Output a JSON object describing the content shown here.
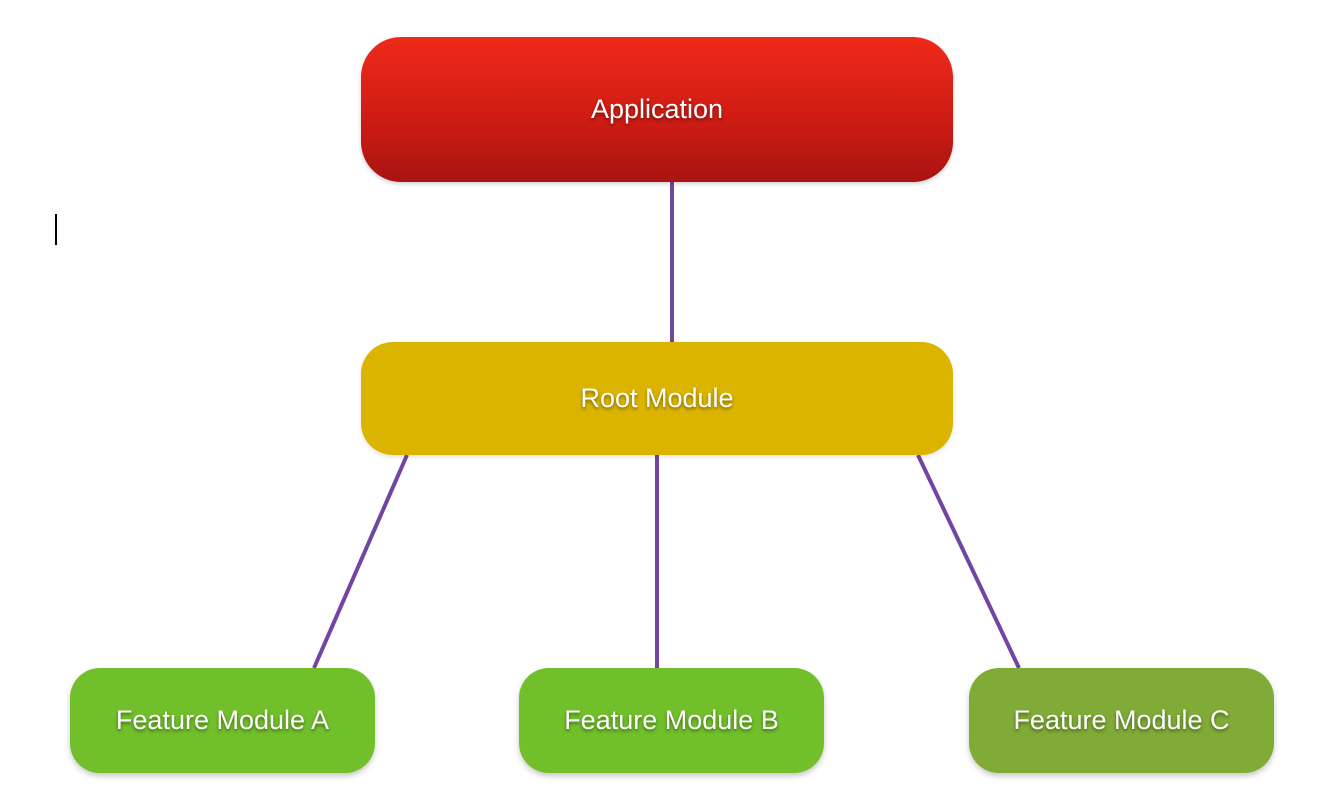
{
  "diagram": {
    "nodes": {
      "application": {
        "label": "Application"
      },
      "root_module": {
        "label": "Root Module"
      },
      "feature_a": {
        "label": "Feature Module A"
      },
      "feature_b": {
        "label": "Feature Module B"
      },
      "feature_c": {
        "label": "Feature Module C"
      }
    },
    "edges": [
      {
        "from": "Application",
        "to": "Root Module"
      },
      {
        "from": "Root Module",
        "to": "Feature Module A"
      },
      {
        "from": "Root Module",
        "to": "Feature Module B"
      },
      {
        "from": "Root Module",
        "to": "Feature Module C"
      }
    ],
    "colors": {
      "application": "#d51f16",
      "root_module": "#dbb400",
      "feature_module": "#71bf2a",
      "feature_module_selected": "#80ab36",
      "connector": "#7345a3"
    }
  }
}
